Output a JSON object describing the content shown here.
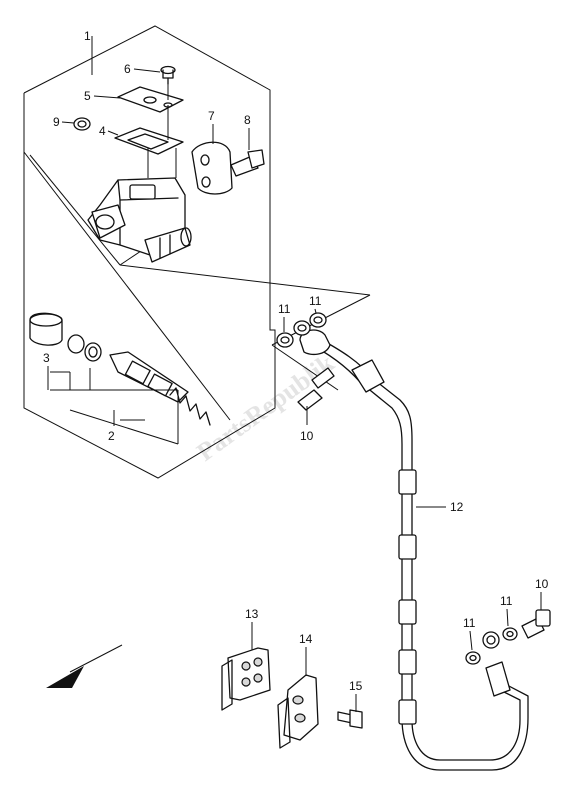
{
  "watermark": "PartsRepublik",
  "callouts": {
    "c1": "1",
    "c2": "2",
    "c3": "3",
    "c4": "4",
    "c5": "5",
    "c6": "6",
    "c7": "7",
    "c8": "8",
    "c9": "9",
    "c10a": "10",
    "c10b": "10",
    "c11a": "11",
    "c11b": "11",
    "c11c": "11",
    "c11d": "11",
    "c12": "12",
    "c13": "13",
    "c14": "14",
    "c15": "15"
  }
}
